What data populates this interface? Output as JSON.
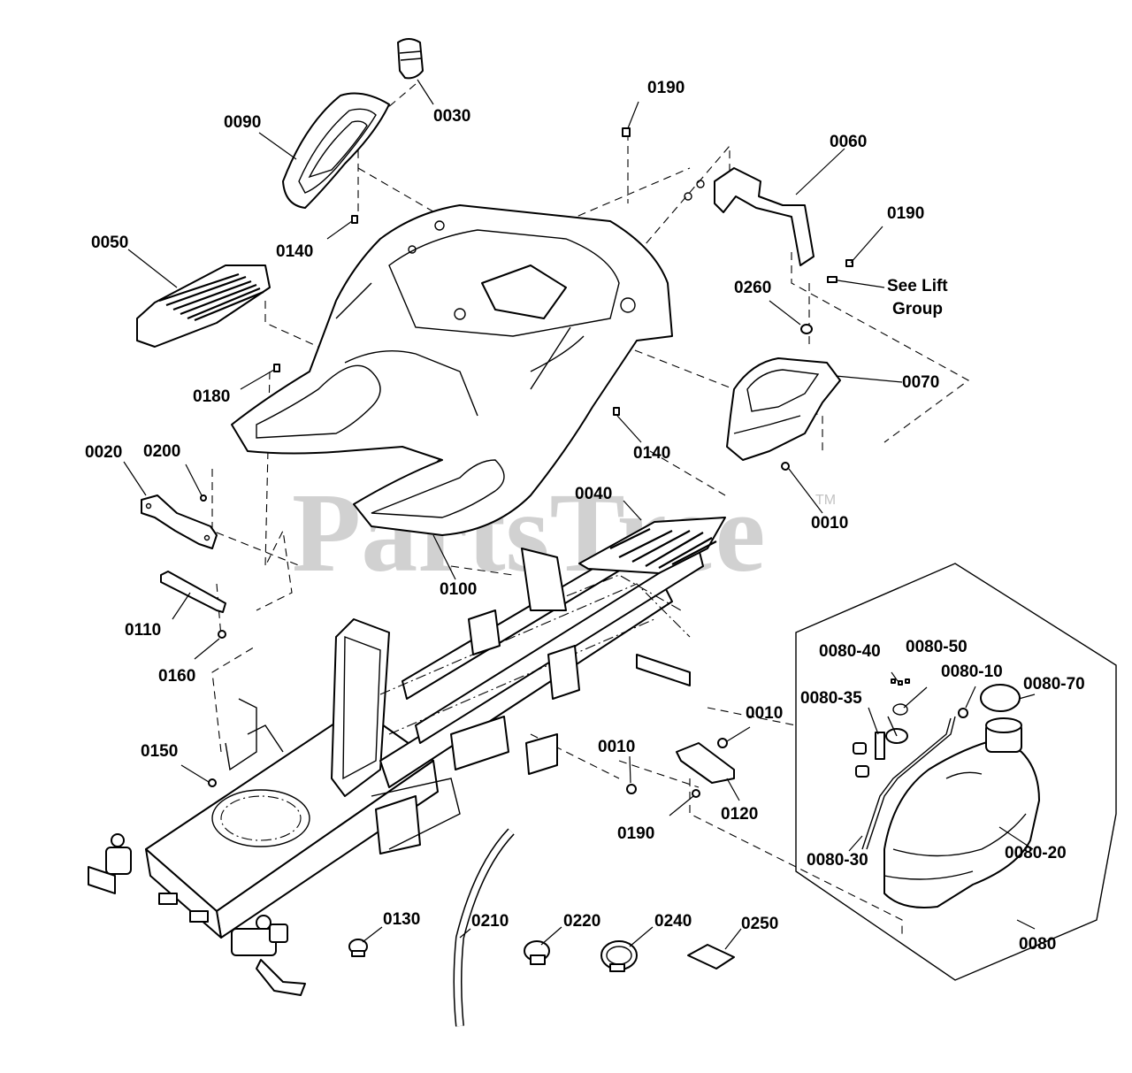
{
  "watermark": {
    "text": "PartsTree",
    "trademark": "TM"
  },
  "labels": {
    "p0010a": "0010",
    "p0010b": "0010",
    "p0010c": "0010",
    "p0020": "0020",
    "p0030": "0030",
    "p0040": "0040",
    "p0050": "0050",
    "p0060": "0060",
    "p0070": "0070",
    "p0080": "0080",
    "p0080_10": "0080-10",
    "p0080_20": "0080-20",
    "p0080_30": "0080-30",
    "p0080_35": "0080-35",
    "p0080_40": "0080-40",
    "p0080_50": "0080-50",
    "p0080_70": "0080-70",
    "p0090": "0090",
    "p0100": "0100",
    "p0110": "0110",
    "p0120": "0120",
    "p0130": "0130",
    "p0140a": "0140",
    "p0140b": "0140",
    "p0150": "0150",
    "p0160": "0160",
    "p0180": "0180",
    "p0190a": "0190",
    "p0190b": "0190",
    "p0190c": "0190",
    "p0200": "0200",
    "p0210": "0210",
    "p0220": "0220",
    "p0240": "0240",
    "p0250": "0250",
    "p0260": "0260",
    "see_lift_1": "See Lift",
    "see_lift_2": "Group"
  }
}
